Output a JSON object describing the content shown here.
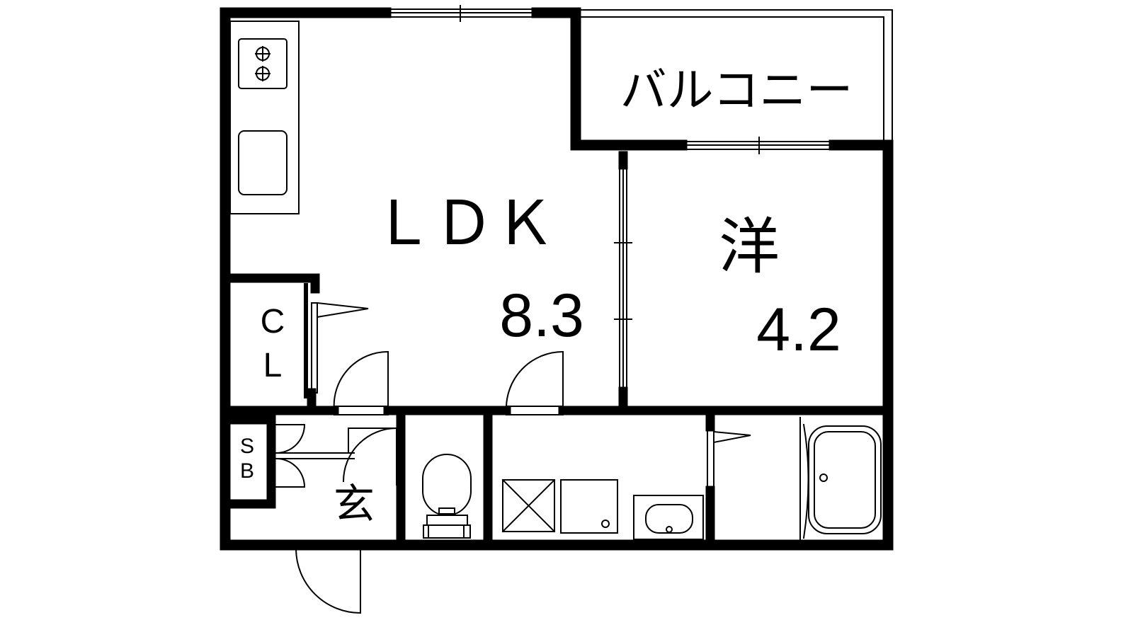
{
  "rooms": {
    "balcony": {
      "label": "バルコニー"
    },
    "ldk": {
      "label": "ＬＤＫ",
      "size": "8.3"
    },
    "western": {
      "label": "洋",
      "size": "4.2"
    },
    "closet": {
      "line1": "C",
      "line2": "L"
    },
    "shoe_box": {
      "line1": "S",
      "line2": "B"
    },
    "entrance": {
      "label": "玄"
    }
  },
  "colors": {
    "wall": "#000000",
    "background": "#ffffff"
  }
}
